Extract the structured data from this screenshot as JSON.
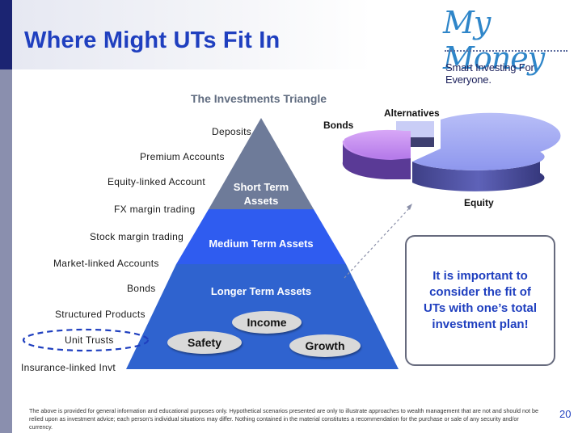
{
  "header": {
    "title": "Where Might UTs Fit In",
    "logo_text": "My Money",
    "tagline": "Smart Investing For Everyone."
  },
  "diagram": {
    "title": "The Investments Triangle",
    "sections": {
      "short_term": "Short Term Assets",
      "medium_term": "Medium Term Assets",
      "longer_term": "Longer Term Assets"
    },
    "ovals": {
      "income": "Income",
      "safety": "Safety",
      "growth": "Growth"
    },
    "left_labels": [
      "Deposits",
      "Premium Accounts",
      "Equity-linked Account",
      "FX margin trading",
      "Stock margin trading",
      "Market-linked Accounts",
      "Bonds",
      "Structured Products",
      "Unit Trusts",
      "Insurance-linked Invt"
    ],
    "highlighted_label": "Unit Trusts",
    "colors": {
      "short_term": "#6e7b99",
      "medium_term": "#2f5cf0",
      "longer_term": "#2f63cf",
      "highlight_ellipse": "#1f3fbf"
    }
  },
  "pie": {
    "labels": {
      "alternatives": "Alternatives",
      "bonds": "Bonds",
      "equity": "Equity"
    },
    "colors": {
      "equity": "#9ea6f2",
      "bonds": "#c48df0",
      "alternatives": "#c9cdf6"
    }
  },
  "callout": {
    "text": "It is important to consider the fit of UTs with one’s total investment plan!"
  },
  "footer": {
    "disclaimer": "The above is provided for general information and educational purposes only. Hypothetical scenarios presented are only to illustrate approaches to wealth management that are not and should not be relied upon as investment advice; each person’s individual situations may differ. Nothing contained in the material constitutes a recommendation for the purchase or sale of any security and/or currency.",
    "page_number": "20"
  }
}
